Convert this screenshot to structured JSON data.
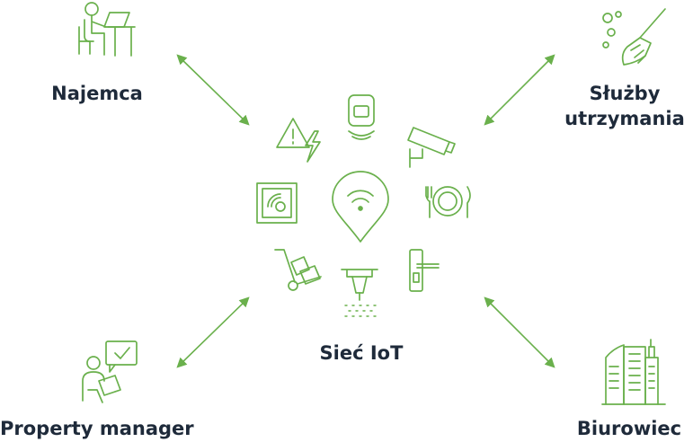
{
  "colors": {
    "accent": "#6ab04c",
    "text": "#1e2a3a",
    "background": "#ffffff"
  },
  "nodes": {
    "tenant": {
      "label": "Najemca",
      "icon": "desk-worker-icon"
    },
    "services": {
      "label": "Służby\nutrzymania",
      "icon": "broom-cleaning-icon"
    },
    "iot": {
      "label": "Sieć IoT",
      "icon": "wifi-location-pin-icon"
    },
    "property_manager": {
      "label": "Property manager",
      "icon": "manager-approval-icon"
    },
    "office": {
      "label": "Biurowiec",
      "icon": "office-buildings-icon"
    }
  },
  "iot_devices": [
    "hazard-warning-icon",
    "badge-reader-icon",
    "security-camera-icon",
    "dining-plate-icon",
    "door-handle-icon",
    "sprinkler-icon",
    "hand-truck-icon",
    "thermostat-panel-icon"
  ]
}
